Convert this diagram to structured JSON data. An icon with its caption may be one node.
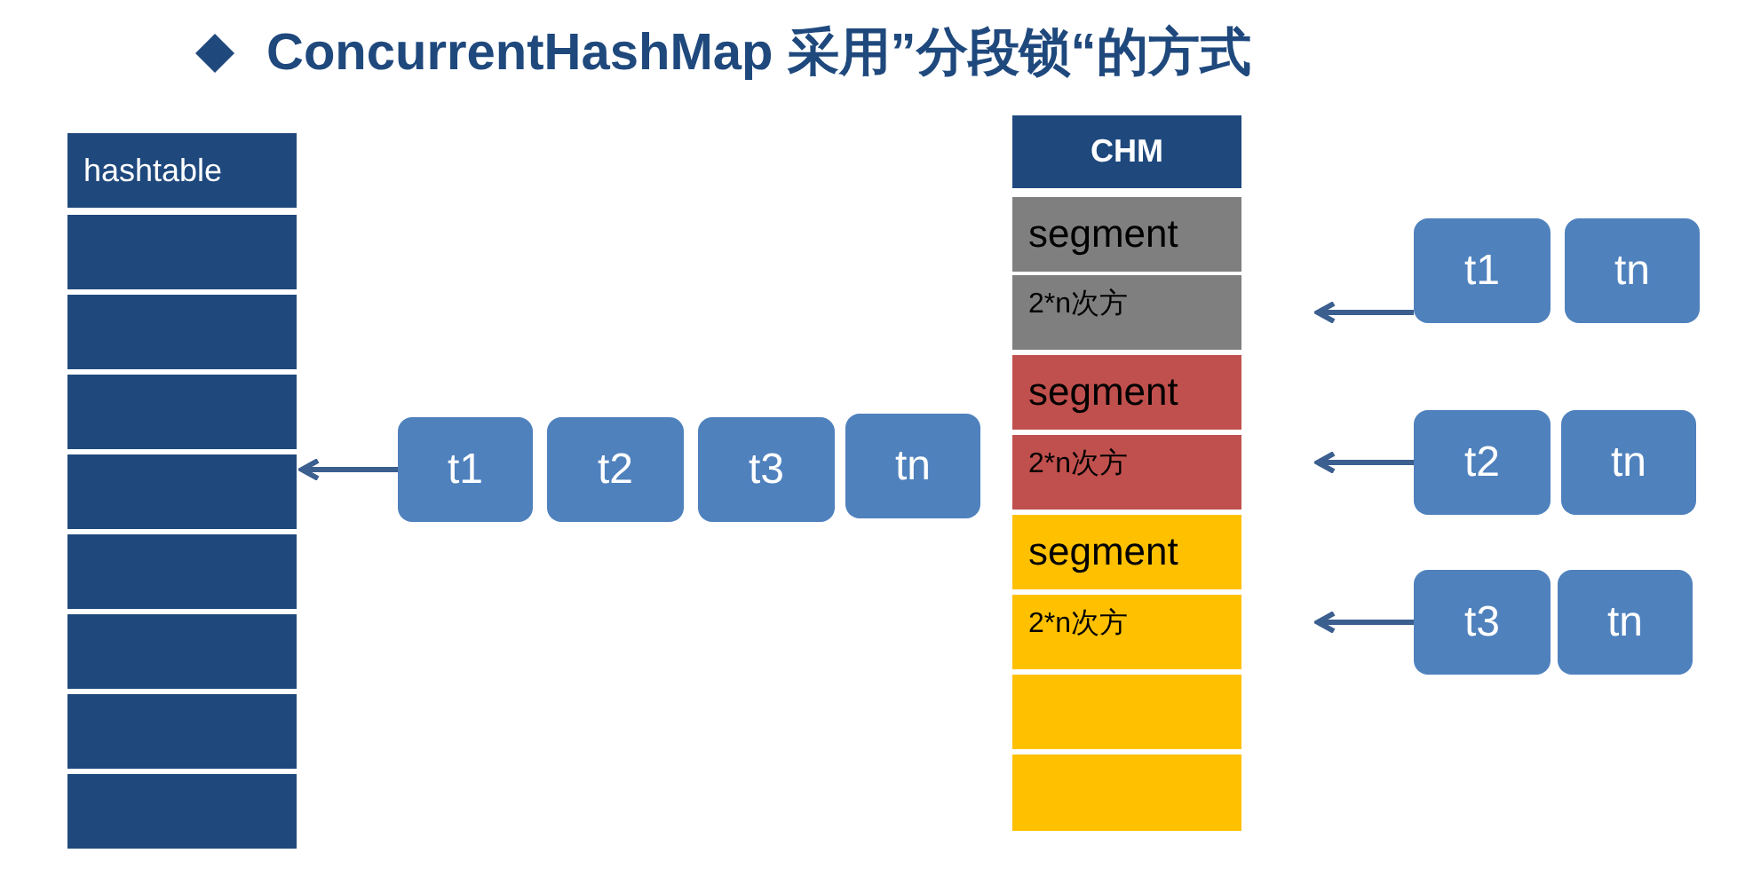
{
  "diagram": {
    "title": "ConcurrentHashMap 采用”分段锁“的方式",
    "nodes": [
      {
        "text": [
          "hashtable"
        ]
      },
      {
        "text": [],
        "shape": "box"
      },
      {
        "text": [],
        "shape": "box"
      },
      {
        "text": [],
        "shape": "box"
      },
      {
        "text": [],
        "shape": "box"
      },
      {
        "text": [],
        "shape": "box"
      },
      {
        "text": [],
        "shape": "box"
      },
      {
        "text": [],
        "shape": "box"
      },
      {
        "text": [],
        "shape": "box"
      },
      {
        "text": [
          "t1"
        ]
      },
      {
        "text": [
          "t2"
        ]
      },
      {
        "text": [
          "t3"
        ]
      },
      {
        "text": [
          "tn"
        ]
      },
      {
        "text": [
          "CHM"
        ]
      },
      {
        "text": [
          "segment"
        ]
      },
      {
        "text": [
          "2*n次方"
        ]
      },
      {
        "text": [
          "segment"
        ]
      },
      {
        "text": [
          "2*n次方"
        ]
      },
      {
        "text": [
          "segment"
        ]
      },
      {
        "text": [
          "2*n次方"
        ]
      },
      {
        "text": [],
        "shape": "box"
      },
      {
        "text": [],
        "shape": "box"
      },
      {
        "text": [
          "t1"
        ]
      },
      {
        "text": [
          "tn"
        ]
      },
      {
        "text": [
          "t2"
        ]
      },
      {
        "text": [
          "tn"
        ]
      },
      {
        "text": [
          "t3"
        ]
      },
      {
        "text": [
          "tn"
        ]
      }
    ],
    "edges": [
      {
        "from": 9,
        "to": 4,
        "arrow": "to"
      },
      {
        "from": 22,
        "to": 15,
        "arrow": "to"
      },
      {
        "from": 24,
        "to": 17,
        "arrow": "to"
      },
      {
        "from": 26,
        "to": 19,
        "arrow": "to"
      }
    ]
  }
}
